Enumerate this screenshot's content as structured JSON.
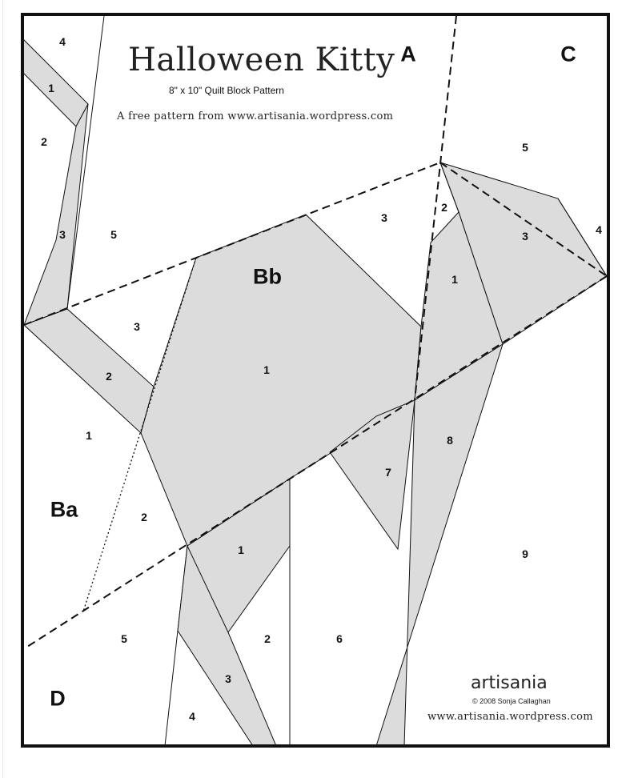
{
  "title": "Halloween Kitty",
  "subtitle": "8\" x 10\" Quilt Block Pattern",
  "free_pattern_text": "A free pattern from www.artisania.wordpress.com",
  "brand": "artisania",
  "copyright": "© 2008 Sonja Callaghan",
  "url": "www.artisania.wordpress.com",
  "colors": {
    "fill": "#dcdcdc",
    "line": "#111111",
    "background": "#ffffff"
  },
  "sections": {
    "a": "A",
    "c": "C",
    "bb": "Bb",
    "ba": "Ba",
    "d": "D"
  },
  "pieces": {
    "a4": "4",
    "a1": "1",
    "a2": "2",
    "a3": "3",
    "a5": "5",
    "bb3_top": "3",
    "bb3_left": "3",
    "bb2": "2",
    "bb1": "1",
    "ba1": "1",
    "ba2": "2",
    "c5": "5",
    "c2": "2",
    "c3": "3",
    "c4": "4",
    "c1": "1",
    "c8": "8",
    "c7": "7",
    "c9": "9",
    "d1": "1",
    "d2": "2",
    "d3": "3",
    "d4": "4",
    "d5": "5",
    "d6": "6"
  }
}
